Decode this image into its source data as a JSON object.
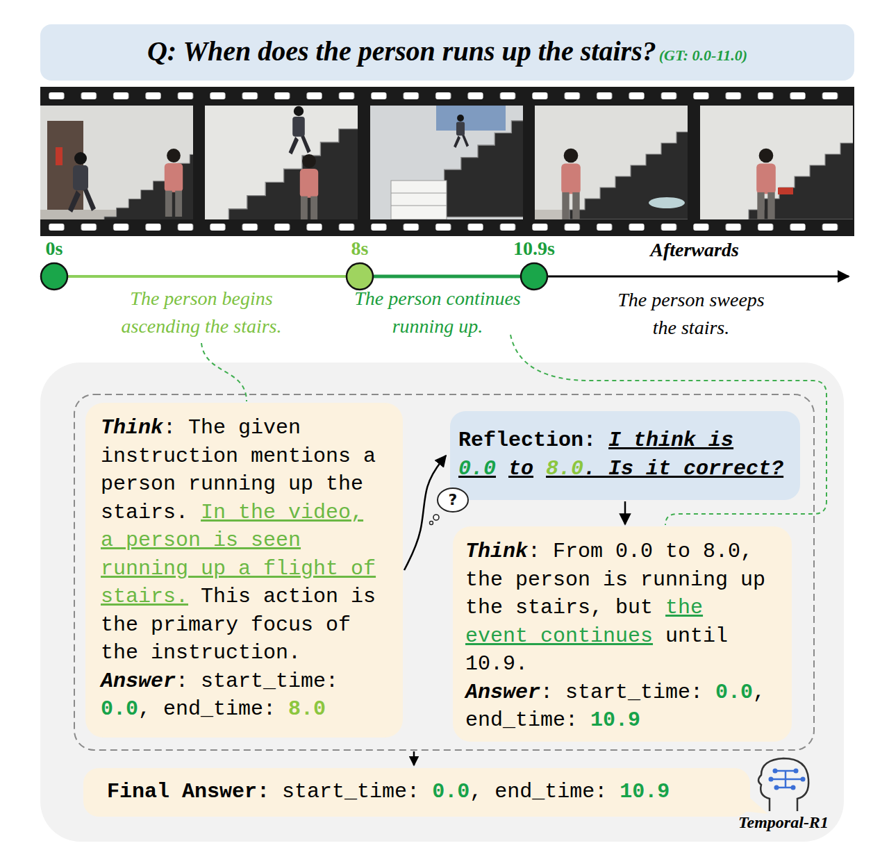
{
  "diagram": {
    "nodes": [
      {
        "text": [
          "Q: When does the person runs up the stairs?",
          "(GT: 0.0-11.0)"
        ]
      },
      {
        "text": [
          "Temporal-R1"
        ]
      },
      {
        "text": [
          "Think",
          ": The given instruction mentions a person running up the stairs.",
          "In the video, a person is seen running up a flight of stairs.",
          "This action is the primary focus of the instruction.",
          "Answer",
          ": start_time:",
          "0.0",
          ", end_time:",
          "8.0"
        ],
        "in": 1
      },
      {
        "text": [
          "Reflection:",
          "I think is",
          "0.0",
          "to",
          "8.0",
          ". Is it correct?"
        ],
        "in": 1
      },
      {
        "text": [
          "Think",
          ": From 0.0 to 8.0, the person is running up the stairs, but",
          "the event continues",
          "until 10.9.",
          "Answer",
          ": start_time:",
          "0.0",
          ", end_time:",
          "10.9"
        ],
        "in": 1
      },
      {
        "text": [
          "Final Answer:",
          "start_time:",
          "0.0",
          ", end_time:",
          "10.9"
        ],
        "in": 1
      }
    ],
    "edges": [
      {
        "from": 2,
        "to": 3,
        "arrow": "to"
      },
      {
        "from": 3,
        "to": 4,
        "arrow": "to"
      }
    ],
    "labels": [
      "0s",
      "8s",
      "10.9s",
      "Afterwards",
      "The person begins ascending the stairs.",
      "The person continues running up.",
      "The person sweeps the stairs.",
      "?"
    ]
  }
}
